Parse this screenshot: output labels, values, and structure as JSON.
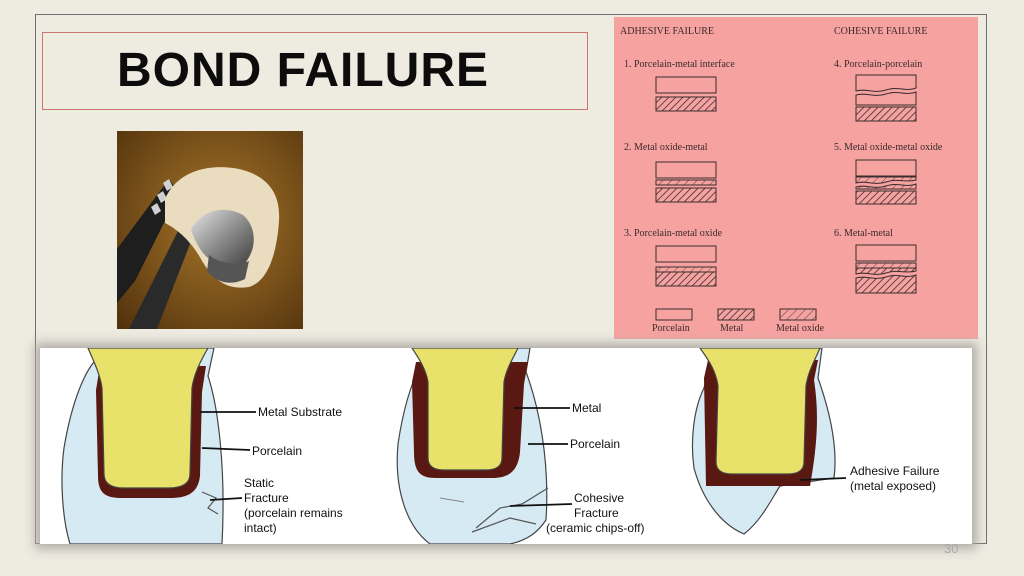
{
  "slide": {
    "title": "BOND FAILURE",
    "page_number": "30"
  },
  "classification": {
    "adhesive_heading": "ADHESIVE FAILURE",
    "cohesive_heading": "COHESIVE FAILURE",
    "adhesive_items": [
      "1. Porcelain-metal interface",
      "2. Metal oxide-metal",
      "3. Porcelain-metal oxide"
    ],
    "cohesive_items": [
      "4. Porcelain-porcelain",
      "5. Metal oxide-metal oxide",
      "6. Metal-metal"
    ],
    "legend": [
      "Porcelain",
      "Metal",
      "Metal oxide"
    ]
  },
  "crowns": {
    "left_labels": [
      "Metal Substrate",
      "Porcelain",
      "Static",
      "Fracture",
      "(porcelain remains",
      "intact)"
    ],
    "middle_labels": [
      "Metal",
      "Porcelain",
      "Cohesive",
      "Fracture",
      "(ceramic chips-off)"
    ],
    "right_labels": [
      "Adhesive Failure",
      "(metal exposed)"
    ]
  },
  "colors": {
    "background": "#eeebe1",
    "panel_pink": "#f6a2a1",
    "metal_core": "#e8e26a",
    "oxide_layer": "#5a1812",
    "porcelain": "#d6eaf4"
  }
}
